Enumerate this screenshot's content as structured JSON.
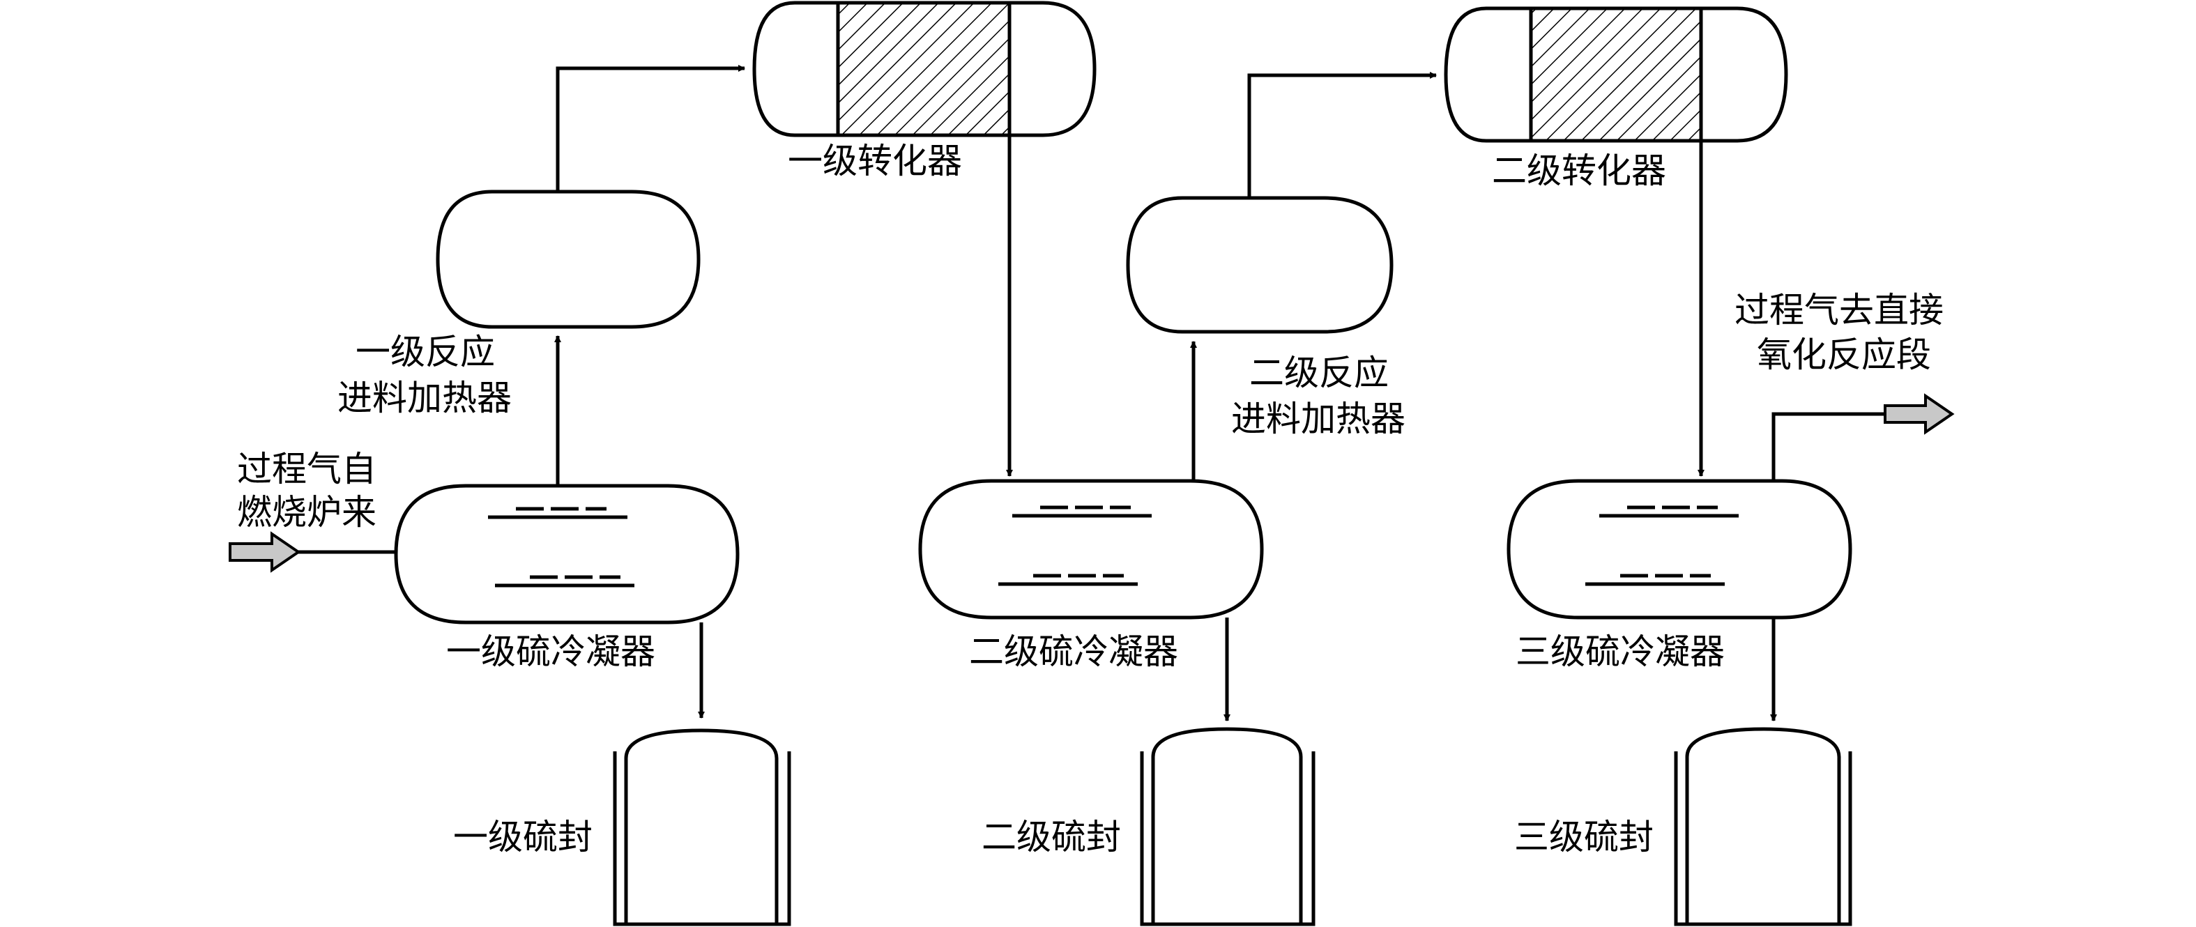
{
  "labels": {
    "converter_1": "一级转化器",
    "converter_2": "二级转化器",
    "heater_1": [
      "一级反应",
      "进料加热器"
    ],
    "heater_2": [
      "二级反应",
      "进料加热器"
    ],
    "inlet": [
      "过程气自",
      "燃烧炉来"
    ],
    "outlet": [
      "过程气去直接",
      "氧化反应段"
    ],
    "condenser_1": "一级硫冷凝器",
    "condenser_2": "二级硫冷凝器",
    "condenser_3": "三级硫冷凝器",
    "seal_1": "一级硫封",
    "seal_2": "二级硫封",
    "seal_3": "三级硫封"
  },
  "colors": {
    "line": "#000000",
    "flow_arrow_fill": "#c8c8c8",
    "background": "#ffffff"
  }
}
